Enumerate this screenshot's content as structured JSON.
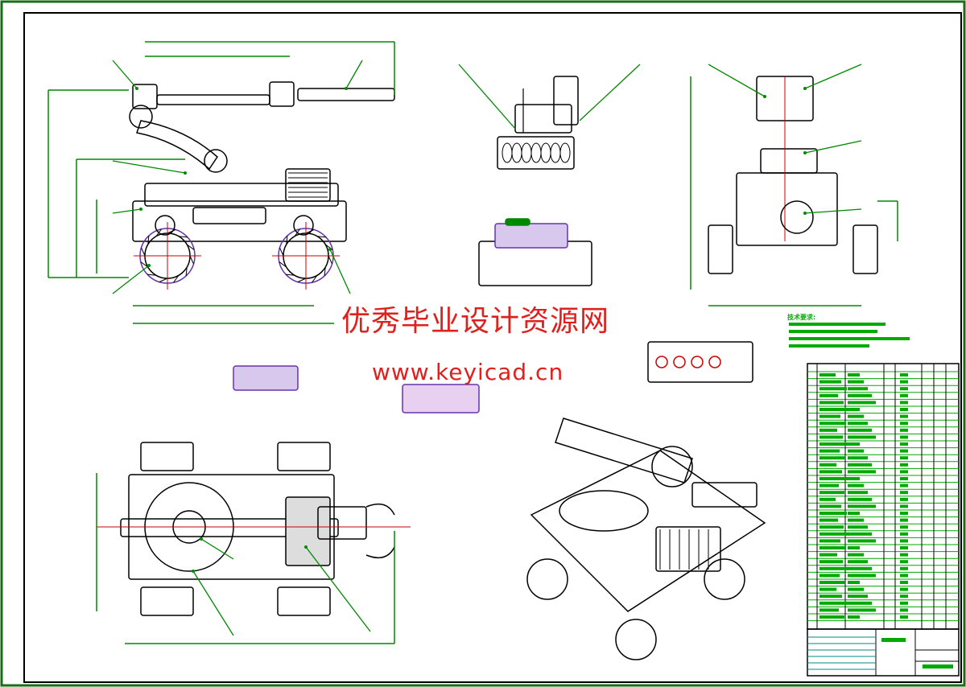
{
  "watermark": {
    "line1": "优秀毕业设计资源网",
    "line2": "www.keyicad.cn"
  },
  "notes": {
    "title": "技术要求:"
  },
  "colors": {
    "outline": "#000000",
    "dimension": "#008800",
    "centerline": "#cc0000",
    "hatch": "#6633aa",
    "table_line": "#00aa00",
    "watermark": "#e0201c",
    "frame": "#1a6e1a"
  }
}
